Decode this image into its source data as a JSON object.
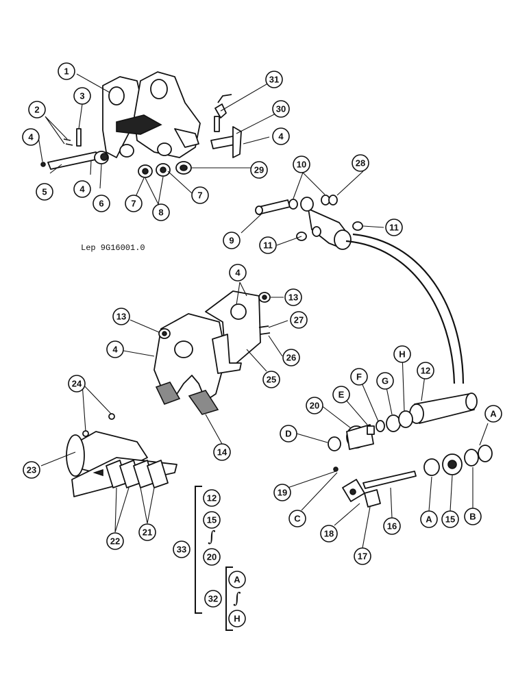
{
  "reference_label": "Lep 9G16001.0",
  "callouts": {
    "c1": "1",
    "c2": "2",
    "c3": "3",
    "c4a": "4",
    "c4b": "4",
    "c4c": "4",
    "c4d": "4",
    "c4e": "4",
    "c5": "5",
    "c6": "6",
    "c7a": "7",
    "c7b": "7",
    "c8": "8",
    "c9": "9",
    "c10": "10",
    "c11a": "11",
    "c11b": "11",
    "c12a": "12",
    "c13a": "13",
    "c13b": "13",
    "c14": "14",
    "c15a": "15",
    "c16": "16",
    "c17": "17",
    "c18": "18",
    "c19": "19",
    "c20a": "20",
    "c21": "21",
    "c22": "22",
    "c23": "23",
    "c24": "24",
    "c25": "25",
    "c26": "26",
    "c27": "27",
    "c28": "28",
    "c29": "29",
    "c30": "30",
    "c31": "31",
    "cA1": "A",
    "cA2": "A",
    "cB": "B",
    "cC": "C",
    "cD": "D",
    "cE": "E",
    "cF": "F",
    "cG": "G",
    "cH": "H"
  },
  "kit_33": {
    "label": "33",
    "items": [
      "12",
      "15",
      "20"
    ],
    "range_symbol": "∫"
  },
  "kit_32": {
    "label": "32",
    "items": [
      "A",
      "H"
    ],
    "range_symbol": "∫"
  }
}
